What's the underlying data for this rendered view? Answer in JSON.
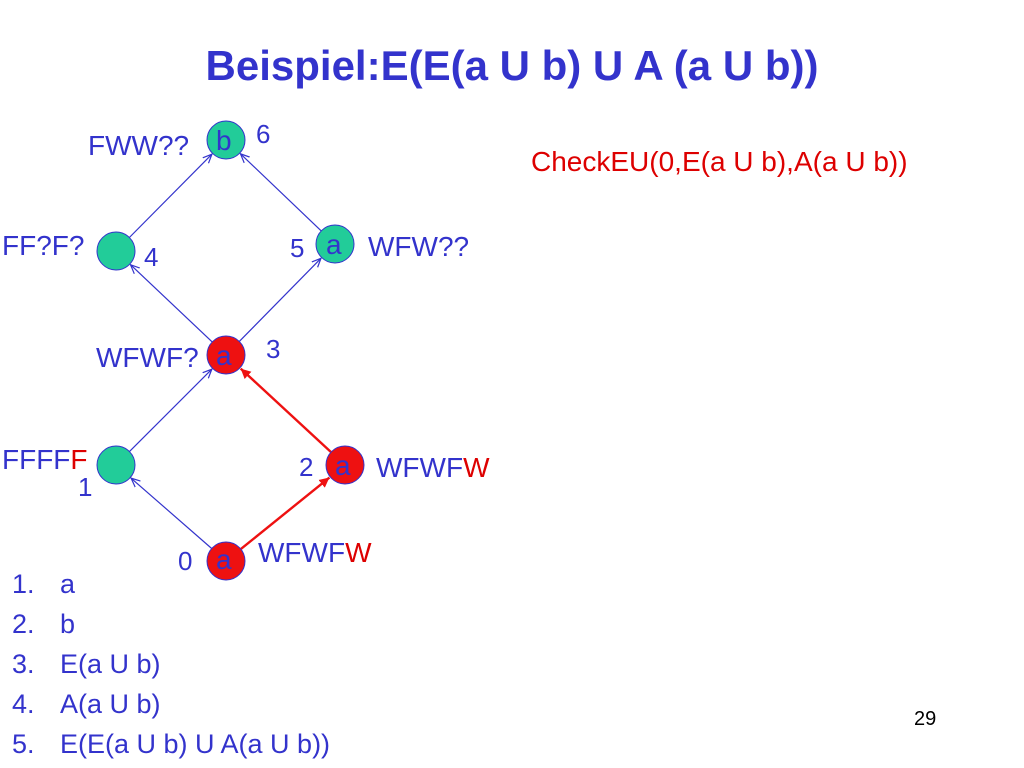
{
  "title": "Beispiel:E(E(a U b) U A (a U b))",
  "call": "CheckEU(0,E(a U b),A(a U b))",
  "page_number": "29",
  "colors": {
    "text": "#3333cc",
    "highlight": "#dd0000",
    "node_green": "#22cc99",
    "node_red": "#ee1111"
  },
  "nodes": [
    {
      "id": "0",
      "letter": "a",
      "color": "red",
      "label_prefix": "WFWF",
      "label_suffix": "W"
    },
    {
      "id": "1",
      "letter": "",
      "color": "green",
      "label_prefix": "FFFF",
      "label_suffix": "F"
    },
    {
      "id": "2",
      "letter": "a",
      "color": "red",
      "label_prefix": "WFWF",
      "label_suffix": "W"
    },
    {
      "id": "3",
      "letter": "a",
      "color": "red",
      "label_prefix": "WFWF?",
      "label_suffix": ""
    },
    {
      "id": "4",
      "letter": "",
      "color": "green",
      "label_prefix": "FF?F?",
      "label_suffix": ""
    },
    {
      "id": "5",
      "letter": "a",
      "color": "green",
      "label_prefix": "WFW??",
      "label_suffix": ""
    },
    {
      "id": "6",
      "letter": "b",
      "color": "green",
      "label_prefix": "FWW??",
      "label_suffix": ""
    }
  ],
  "edges": [
    {
      "from": "0",
      "to": "1",
      "color": "blue"
    },
    {
      "from": "0",
      "to": "2",
      "color": "red"
    },
    {
      "from": "1",
      "to": "3",
      "color": "blue"
    },
    {
      "from": "2",
      "to": "3",
      "color": "red"
    },
    {
      "from": "3",
      "to": "4",
      "color": "blue"
    },
    {
      "from": "3",
      "to": "5",
      "color": "blue"
    },
    {
      "from": "4",
      "to": "6",
      "color": "blue"
    },
    {
      "from": "5",
      "to": "6",
      "color": "blue"
    }
  ],
  "legend": [
    {
      "n": "1.",
      "text": "a"
    },
    {
      "n": "2.",
      "text": "b"
    },
    {
      "n": "3.",
      "text": "E(a U b)"
    },
    {
      "n": "4.",
      "text": "A(a U b)"
    },
    {
      "n": "5.",
      "text": "E(E(a U b) U A(a U b))"
    }
  ]
}
